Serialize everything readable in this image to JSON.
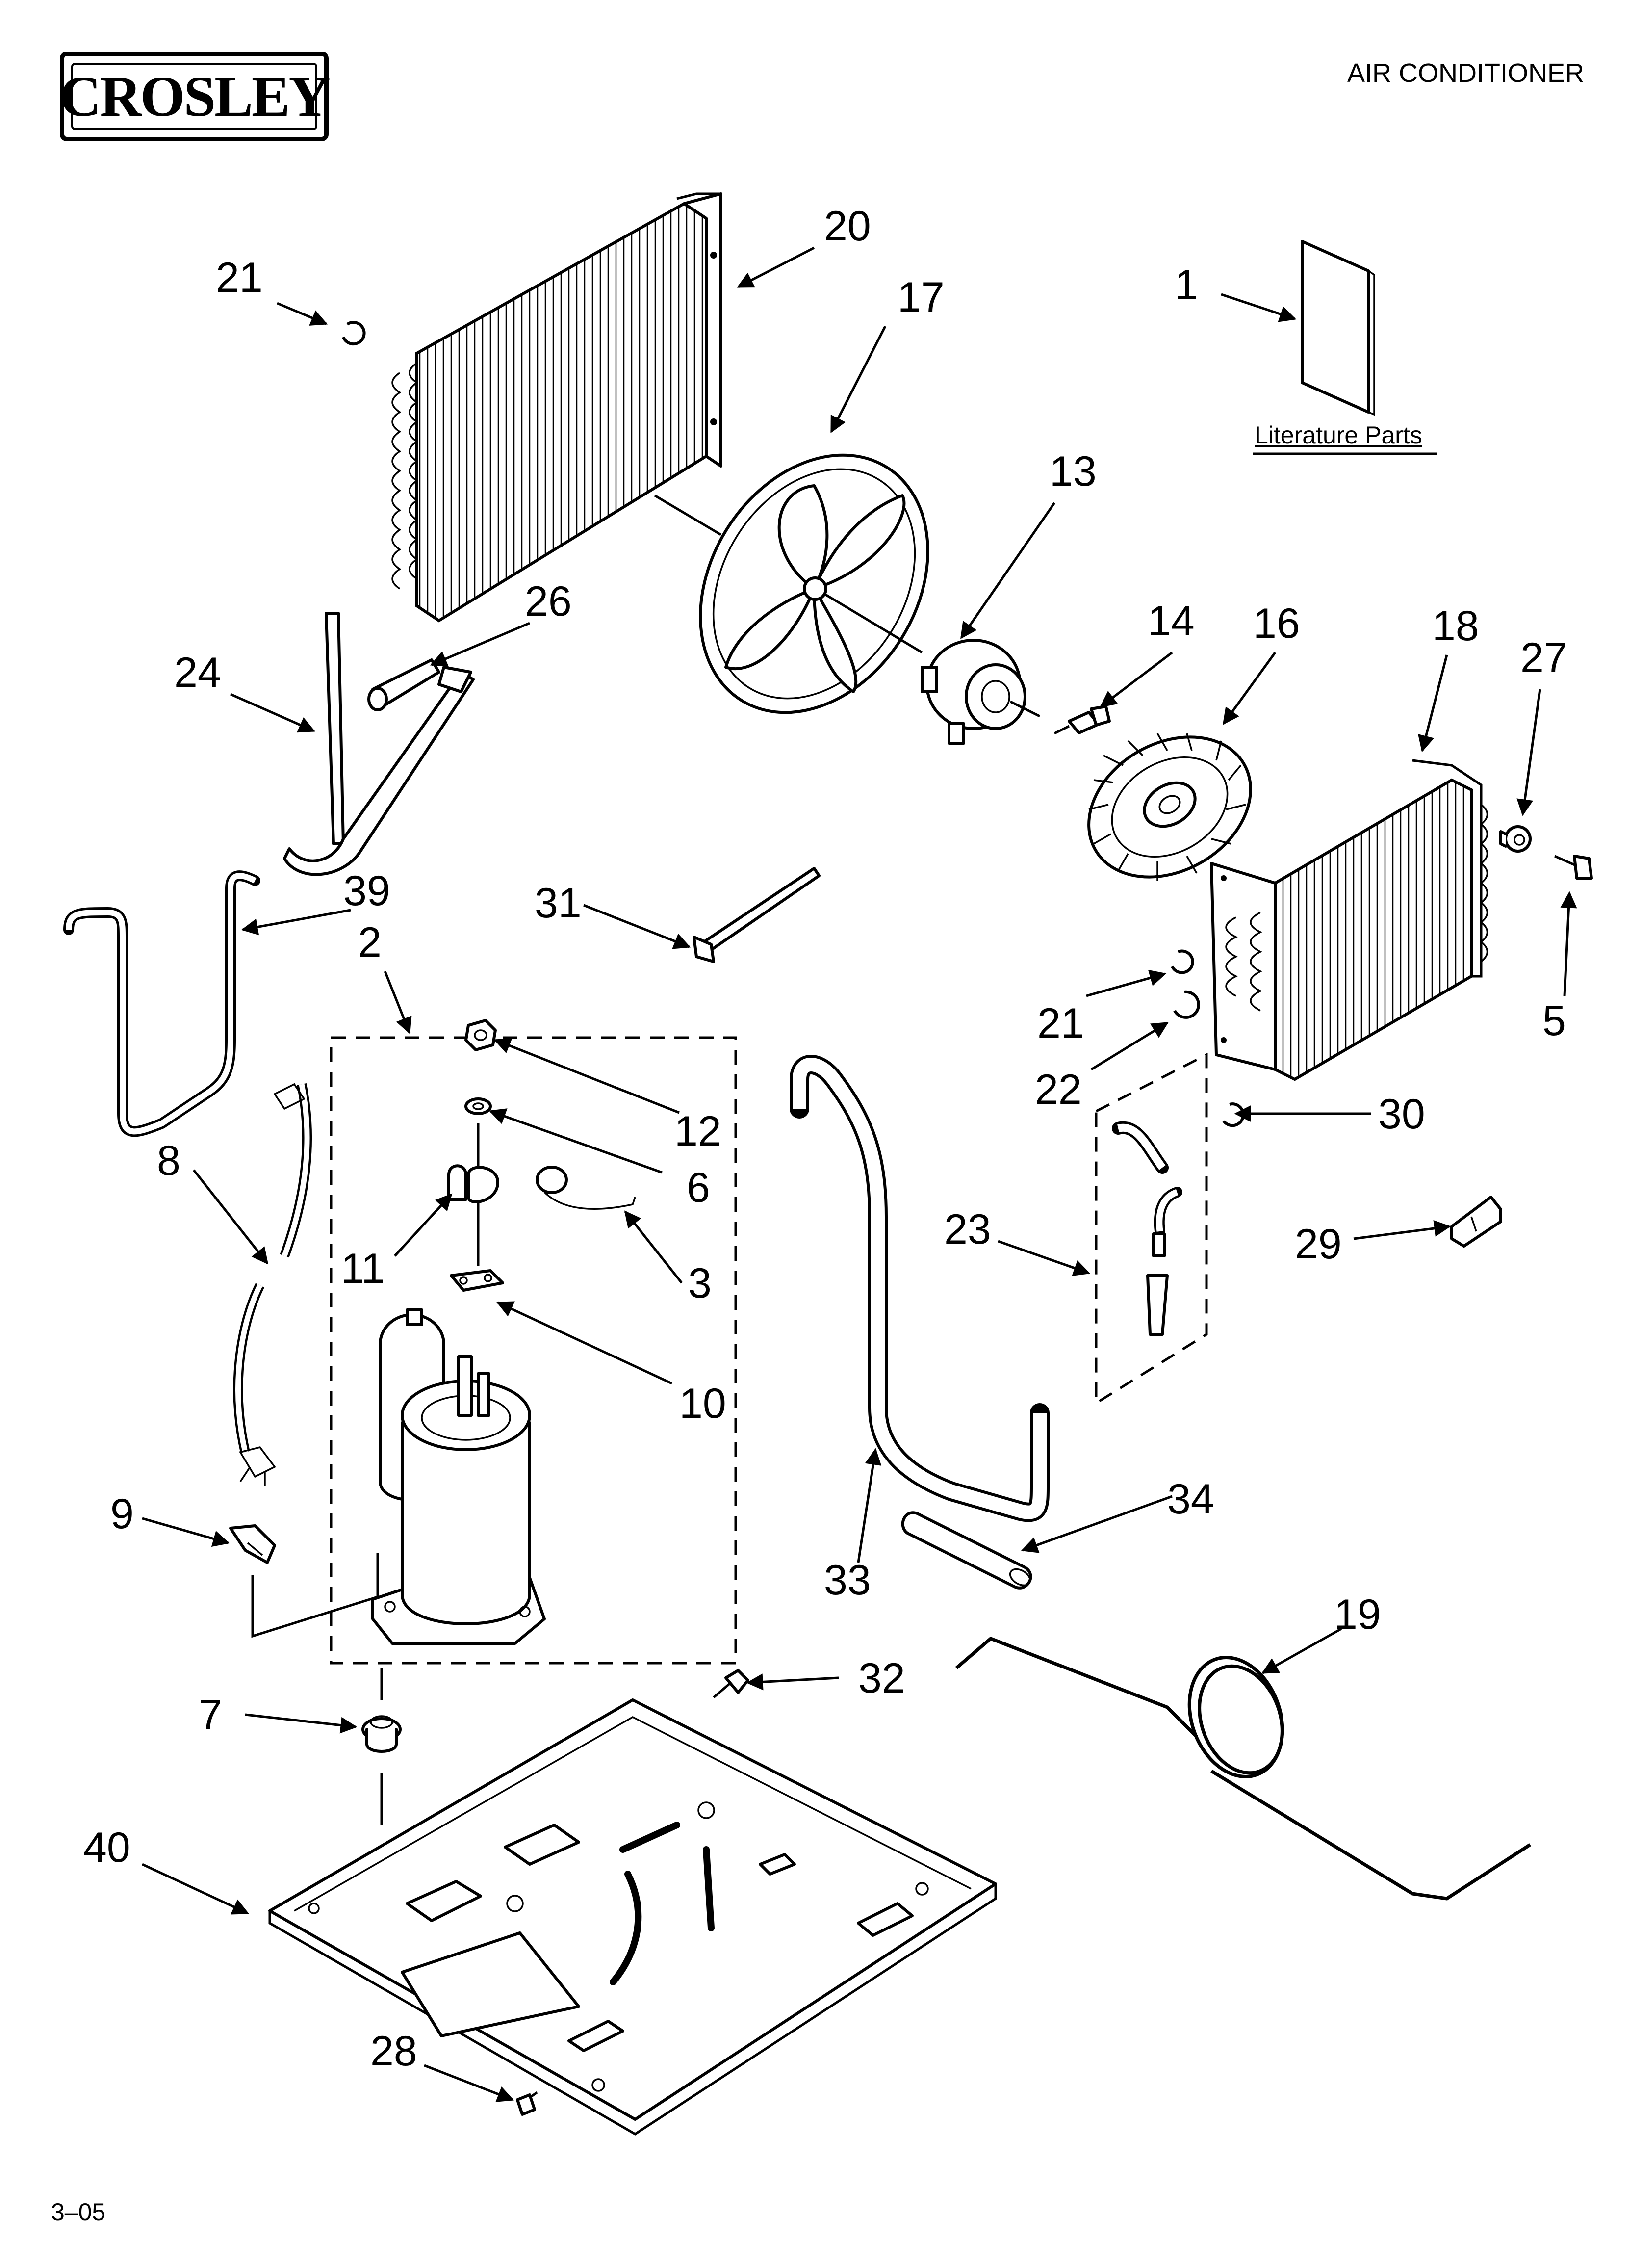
{
  "header": {
    "brand_logo": "CROSLEY",
    "title": "AIR CONDITIONER"
  },
  "literature_label": "Literature Parts",
  "footer": {
    "code": "3–05"
  },
  "callouts": [
    {
      "id": "c1",
      "text": "1"
    },
    {
      "id": "c2",
      "text": "2"
    },
    {
      "id": "c3",
      "text": "3"
    },
    {
      "id": "c5",
      "text": "5"
    },
    {
      "id": "c6",
      "text": "6"
    },
    {
      "id": "c7",
      "text": "7"
    },
    {
      "id": "c8",
      "text": "8"
    },
    {
      "id": "c9",
      "text": "9"
    },
    {
      "id": "c10",
      "text": "10"
    },
    {
      "id": "c11",
      "text": "11"
    },
    {
      "id": "c12",
      "text": "12"
    },
    {
      "id": "c13",
      "text": "13"
    },
    {
      "id": "c14",
      "text": "14"
    },
    {
      "id": "c16",
      "text": "16"
    },
    {
      "id": "c17",
      "text": "17"
    },
    {
      "id": "c18",
      "text": "18"
    },
    {
      "id": "c19",
      "text": "19"
    },
    {
      "id": "c20",
      "text": "20"
    },
    {
      "id": "c21a",
      "text": "21"
    },
    {
      "id": "c21b",
      "text": "21"
    },
    {
      "id": "c22",
      "text": "22"
    },
    {
      "id": "c23",
      "text": "23"
    },
    {
      "id": "c24",
      "text": "24"
    },
    {
      "id": "c26",
      "text": "26"
    },
    {
      "id": "c27",
      "text": "27"
    },
    {
      "id": "c28",
      "text": "28"
    },
    {
      "id": "c29",
      "text": "29"
    },
    {
      "id": "c30",
      "text": "30"
    },
    {
      "id": "c31",
      "text": "31"
    },
    {
      "id": "c32",
      "text": "32"
    },
    {
      "id": "c33",
      "text": "33"
    },
    {
      "id": "c34",
      "text": "34"
    },
    {
      "id": "c39",
      "text": "39"
    },
    {
      "id": "c40",
      "text": "40"
    }
  ]
}
